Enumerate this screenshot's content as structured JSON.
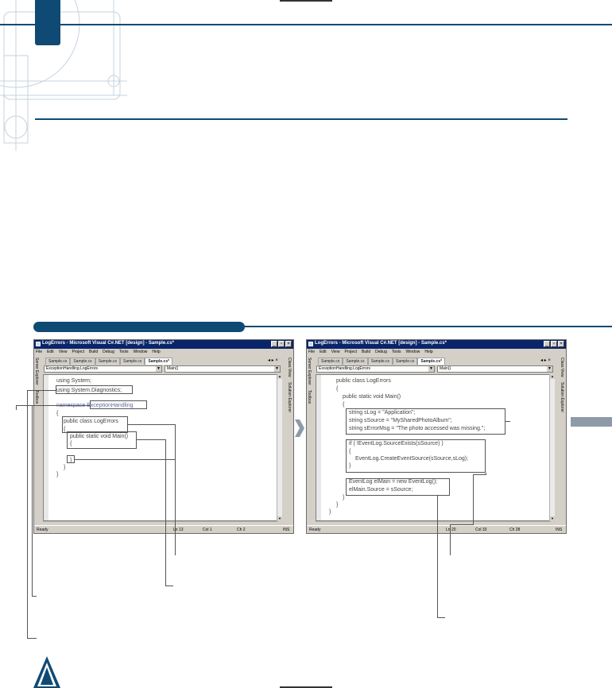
{
  "colors": {
    "accent": "#0f4a74",
    "title_bar": "#0a246a",
    "window_face": "#d4d0c8",
    "code_keyword": "#5a6aa8",
    "side_tab": "#8e9aa8"
  },
  "icons": [
    "page-tab-icon",
    "arrow-right-icon",
    "window-minimize-icon",
    "window-maximize-icon",
    "window-close-icon",
    "logo-triangle-icon"
  ],
  "window_left": {
    "title": "LogErrors - Microsoft Visual C#.NET [design] - Sample.cs*",
    "menu": [
      "File",
      "Edit",
      "View",
      "Project",
      "Build",
      "Debug",
      "Tools",
      "Window",
      "Help"
    ],
    "tabs": [
      "Sample.cs",
      "Sample.cs",
      "Sample.cs",
      "Sample.cs",
      "Sample.cs*"
    ],
    "left_panels": [
      "Server Explorer",
      "Toolbox"
    ],
    "right_panels": [
      "Class View",
      "Solution Explorer"
    ],
    "class_dropdown": "ExceptionHandling.LogErrors",
    "member_dropdown": "Main()",
    "code": [
      "using System;",
      "using System.Diagnostics;",
      "namespace ExceptionHandling",
      "{",
      "public class LogErrors",
      "{",
      "public static void Main()",
      "{",
      "}",
      "}",
      "}"
    ],
    "status": {
      "ready": "Ready",
      "ln": "Ln 13",
      "col": "Col 1",
      "ch": "Ch 2",
      "mode": "INS"
    }
  },
  "window_right": {
    "title": "LogErrors - Microsoft Visual C#.NET [design] - Sample.cs*",
    "menu": [
      "File",
      "Edit",
      "View",
      "Project",
      "Build",
      "Debug",
      "Tools",
      "Window",
      "Help"
    ],
    "tabs": [
      "Sample.cs",
      "Sample.cs",
      "Sample.cs",
      "Sample.cs",
      "Sample.cs*"
    ],
    "left_panels": [
      "Server Explorer",
      "Toolbox"
    ],
    "right_panels": [
      "Class View",
      "Solution Explorer"
    ],
    "class_dropdown": "ExceptionHandling.LogErrors",
    "member_dropdown": "Main()",
    "code": [
      "public class LogErrors",
      "{",
      "public static void Main()",
      "{",
      "string sLog = \"Application\";",
      "string sSource = \"MySharedPhotoAlbum\";",
      "string sErrorMsg = \"The photo accessed was missing.\";",
      "if ( !EventLog.SourceExists(sSource) )",
      "{",
      "EventLog.CreateEventSource(sSource,sLog);",
      "}",
      "EventLog elMain = new EventLog();",
      "elMain.Source = sSource;",
      "}",
      "}",
      "}"
    ],
    "status": {
      "ready": "Ready",
      "ln": "Ln 20",
      "col": "Col 33",
      "ch": "Ch 28",
      "mode": "INS"
    }
  }
}
